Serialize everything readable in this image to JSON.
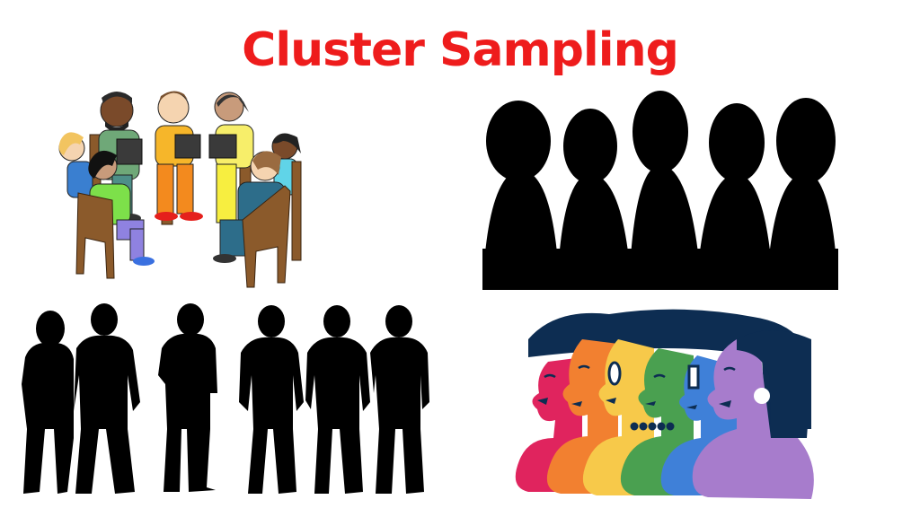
{
  "title": {
    "text": "Cluster Sampling",
    "color": "#ee1c1c"
  },
  "panels": [
    {
      "id": "discussion-circle",
      "description": "Cartoon of seven people sitting on chairs in a circle reading books",
      "people_count": 7
    },
    {
      "id": "silhouette-group",
      "description": "Five black rounded-head silhouettes side by side",
      "people_count": 5
    },
    {
      "id": "standing-silhouettes",
      "description": "Six black standing human silhouettes in a row",
      "people_count": 6
    },
    {
      "id": "rainbow-profiles",
      "description": "Six overlapping side profiles in rainbow colors",
      "people_count": 6,
      "colors": [
        "#e0245e",
        "#f28030",
        "#f7c94a",
        "#4aa050",
        "#3f80d8",
        "#a77ccc"
      ],
      "hair_color": "#0d2d52"
    }
  ]
}
